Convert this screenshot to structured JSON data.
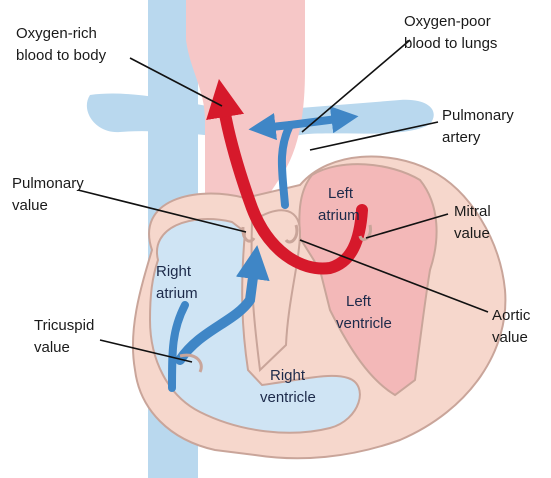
{
  "diagram": {
    "labels": {
      "oxygen_rich": [
        "Oxygen-rich",
        "blood to body"
      ],
      "oxygen_poor": [
        "Oxygen-poor",
        "blood to lungs"
      ],
      "pulmonary_artery": [
        "Pulmonary",
        "artery"
      ],
      "pulmonary_valve": [
        "Pulmonary",
        "value"
      ],
      "left_atrium": [
        "Left",
        "atrium"
      ],
      "mitral_valve": [
        "Mitral",
        "value"
      ],
      "right_atrium": [
        "Right",
        "atrium"
      ],
      "left_ventricle": [
        "Left",
        "ventricle"
      ],
      "aortic_valve": [
        "Aortic",
        "value"
      ],
      "tricuspid_valve": [
        "Tricuspid",
        "value"
      ],
      "right_ventricle": [
        "Right",
        "ventricle"
      ]
    },
    "colors": {
      "oxygen_rich_blood": "#d6192b",
      "oxygen_poor_blood": "#3f86c6",
      "deoxygenated_vessel": "#b9d8ee",
      "oxygenated_vessel": "#f6c7c7",
      "heart_wall": "#f6d7cc",
      "wall_outline": "#c9a59a"
    }
  }
}
